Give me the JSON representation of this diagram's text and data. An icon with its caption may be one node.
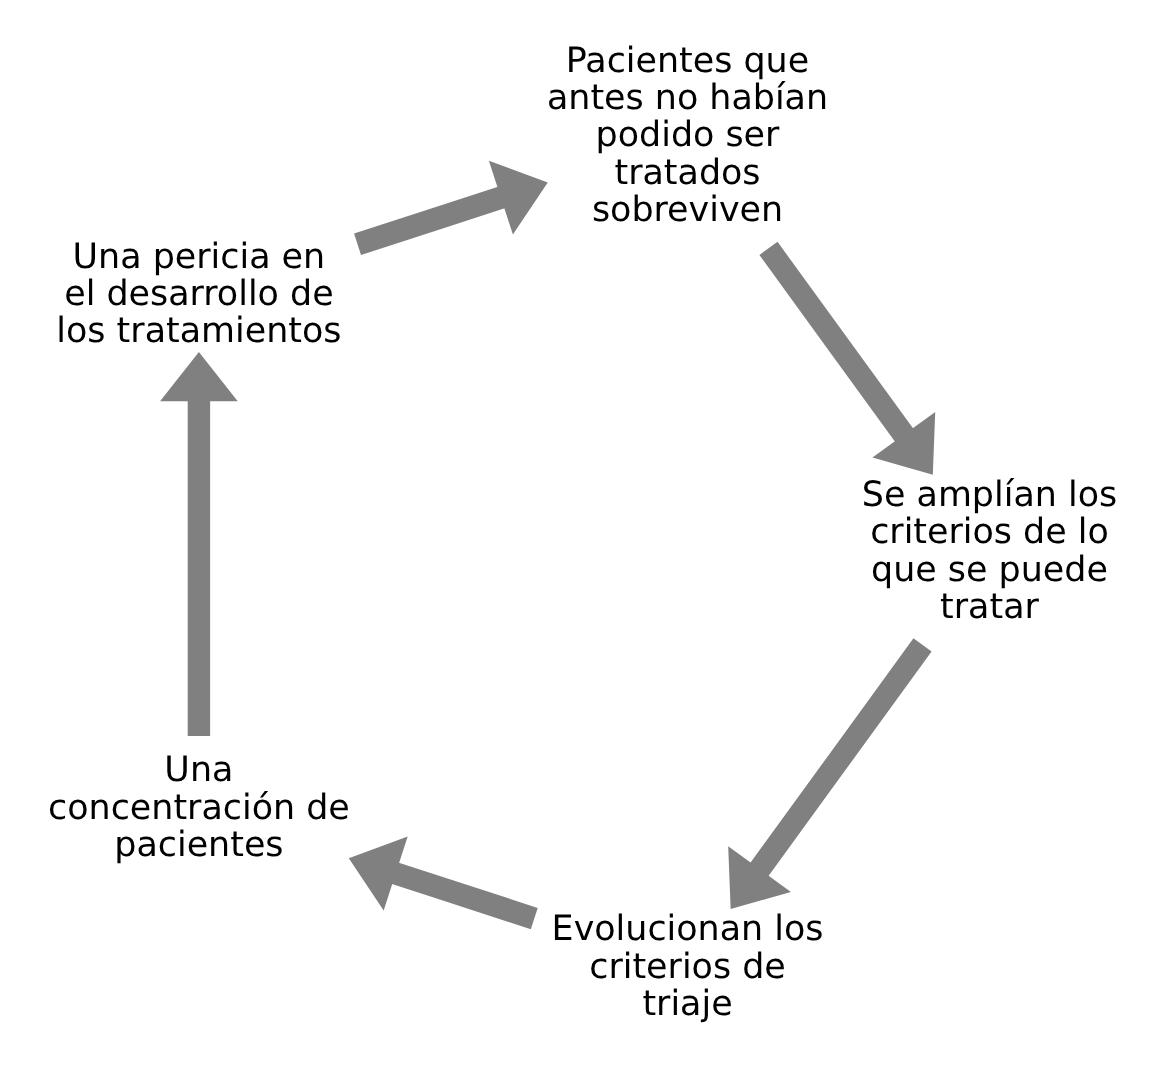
{
  "diagram": {
    "nodes": [
      {
        "text": [
          "Una concentración de pacientes"
        ]
      },
      {
        "text": [
          "Una pericia en el desarrollo de los tratamientos"
        ]
      },
      {
        "text": [
          "Pacientes que antes no habían podido ser tratados sobreviven"
        ]
      },
      {
        "text": [
          "Se amplían los criterios de lo que se puede tratar"
        ]
      },
      {
        "text": [
          "Evolucionan los criterios de triaje"
        ]
      }
    ],
    "edges": [
      {
        "from": 0,
        "to": 1,
        "arrow": "to"
      },
      {
        "from": 1,
        "to": 2,
        "arrow": "to"
      },
      {
        "from": 2,
        "to": 3,
        "arrow": "to"
      },
      {
        "from": 3,
        "to": 4,
        "arrow": "to"
      },
      {
        "from": 4,
        "to": 0,
        "arrow": "to"
      }
    ]
  }
}
